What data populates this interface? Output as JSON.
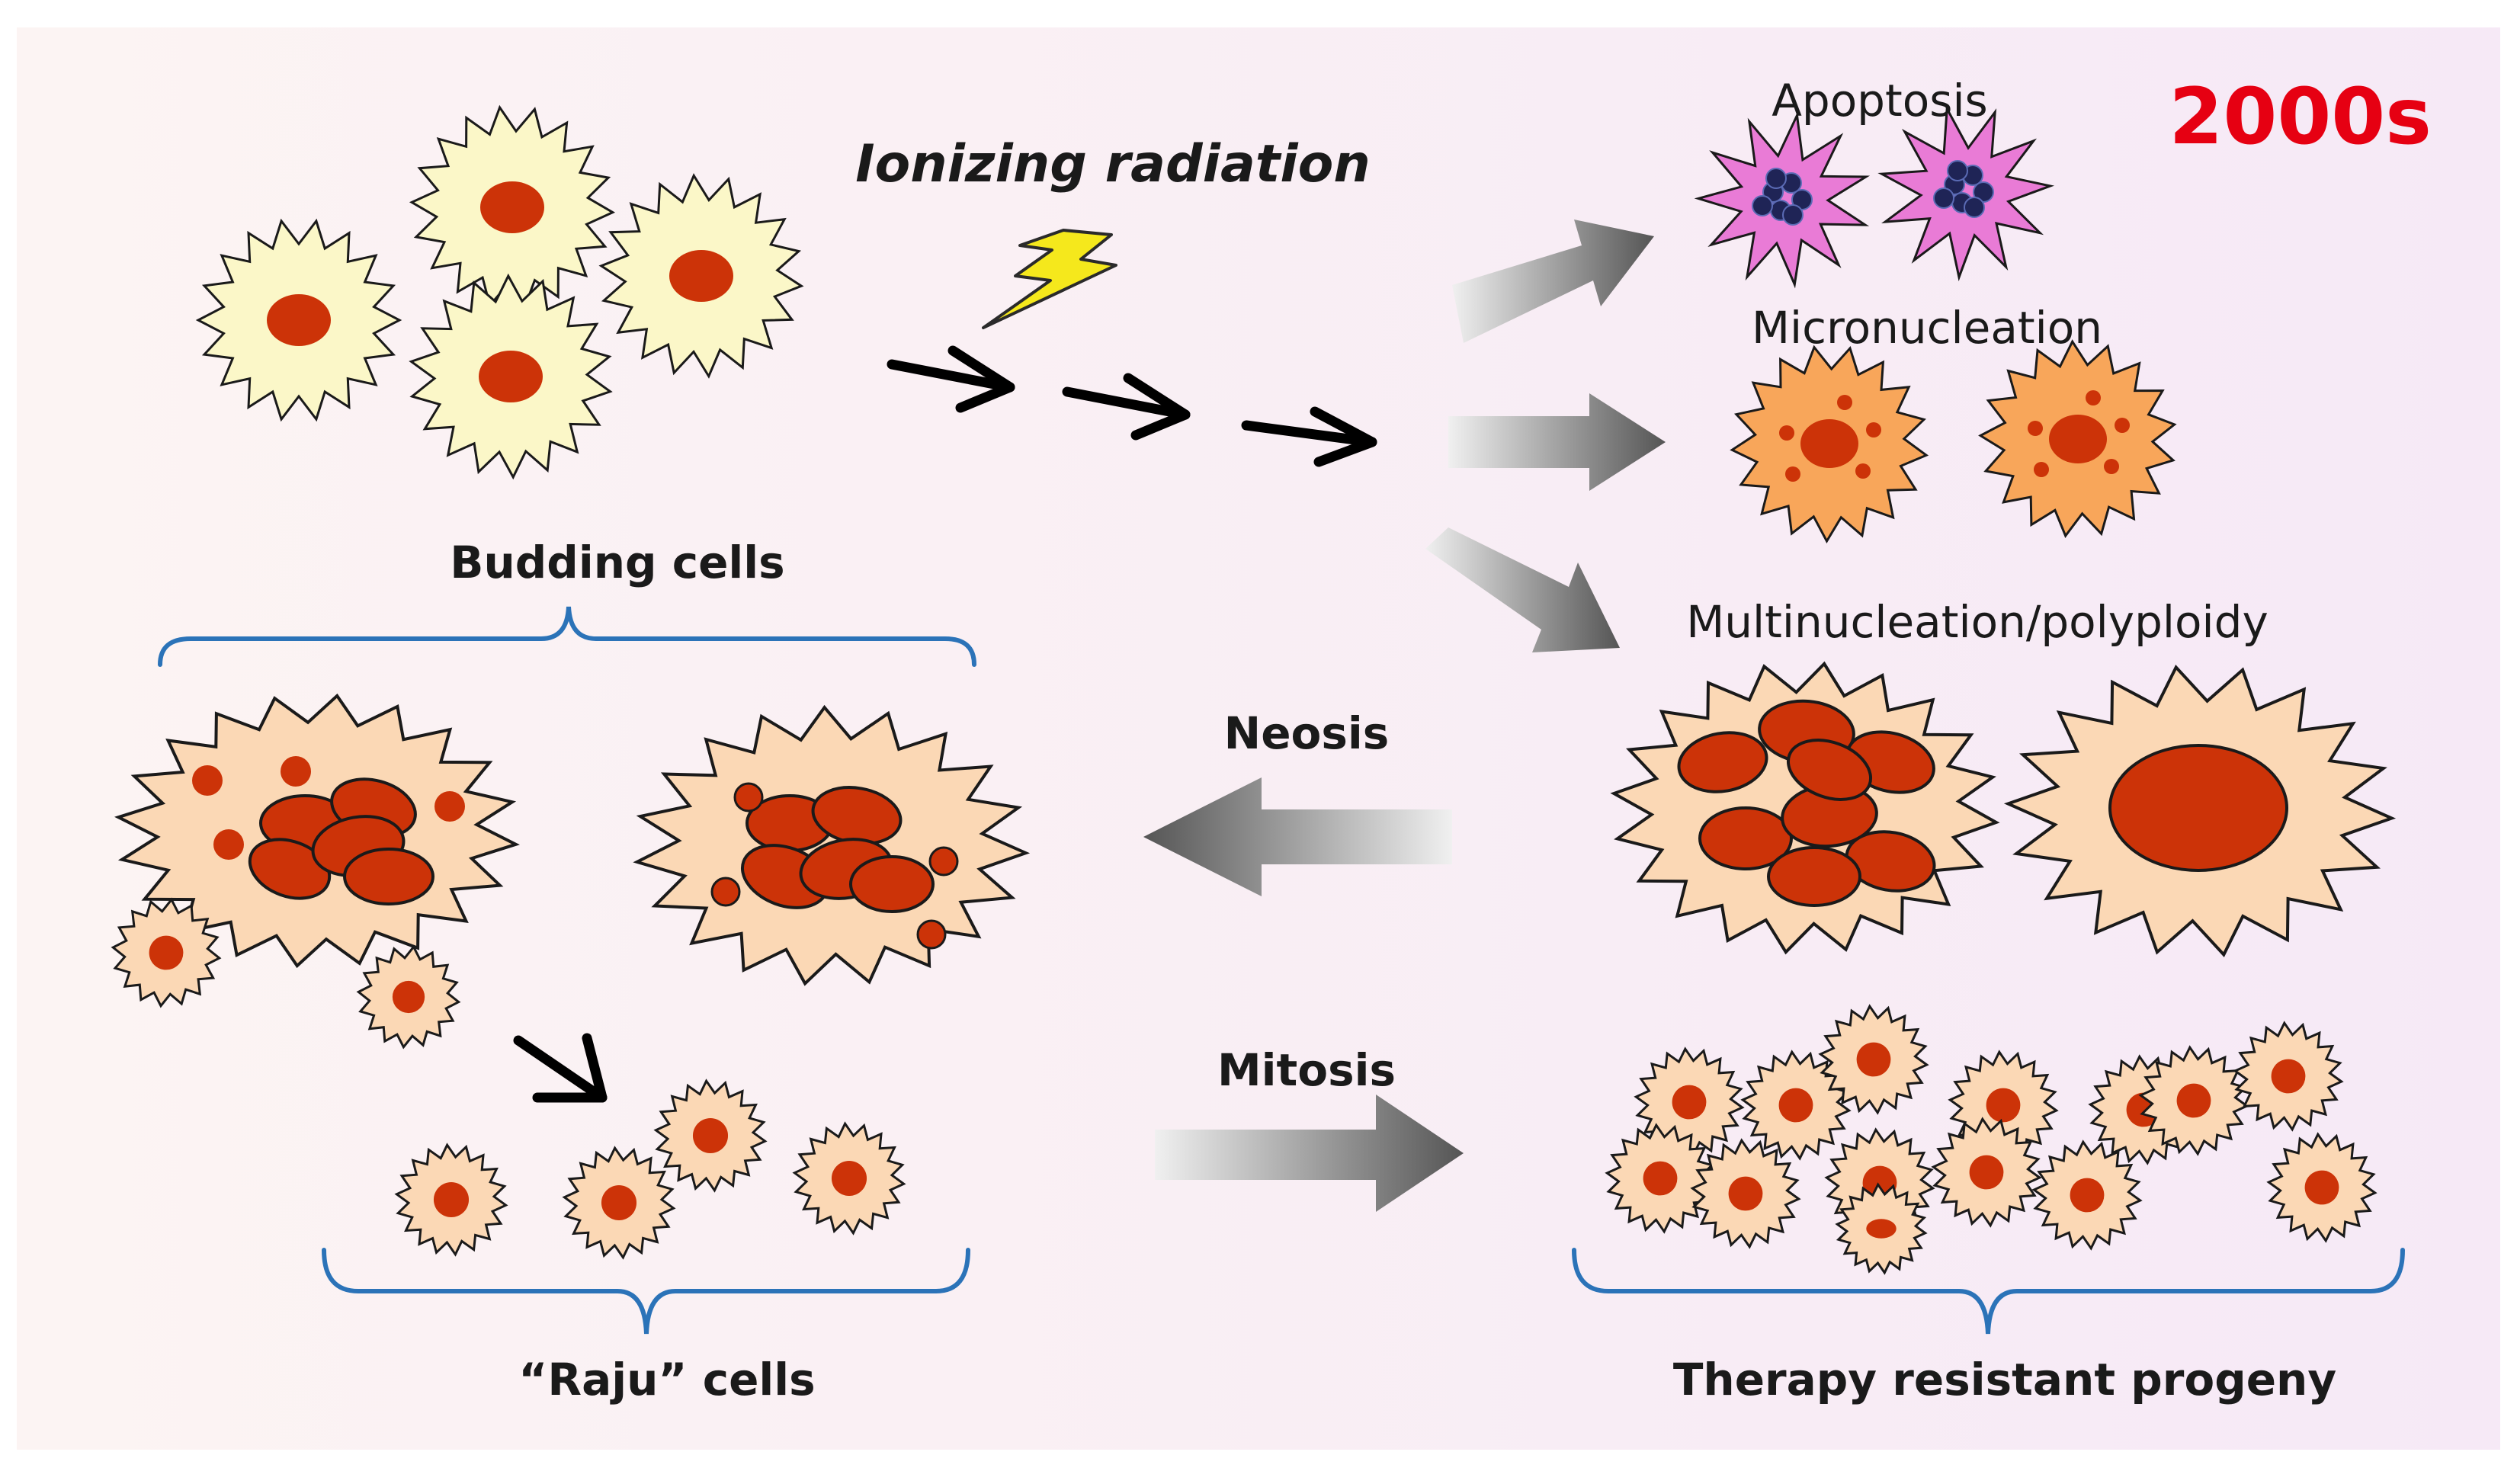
{
  "labels": {
    "ionizing_radiation": "Ionizing radiation",
    "era": "2000s",
    "apoptosis": "Apoptosis",
    "micronucleation": "Micronucleation",
    "multinucleation": "Multinucleation/polyploidy",
    "budding_cells": "Budding cells",
    "neosis": "Neosis",
    "mitosis": "Mitosis",
    "raju_cells": "“Raju” cells",
    "therapy_resistant_progeny": "Therapy resistant progeny"
  },
  "colors": {
    "background_left": "#fbf3f3",
    "background_right": "#f6eaf6",
    "normal_cell_fill": "#fbf7c8",
    "nucleus": "#cc3308",
    "apoptotic_cell": "#e97bd6",
    "apoptotic_bodies": "#1f2456",
    "micronucleated_cell": "#f8a65a",
    "giant_cell_fill": "#fbd8b5",
    "brace": "#2b73b8",
    "era_label": "#e60012",
    "lightning": "#f5e81c",
    "arrow_gray": "#6b6b6b"
  },
  "icons": {
    "radiation": "lightning-bolt-icon"
  }
}
